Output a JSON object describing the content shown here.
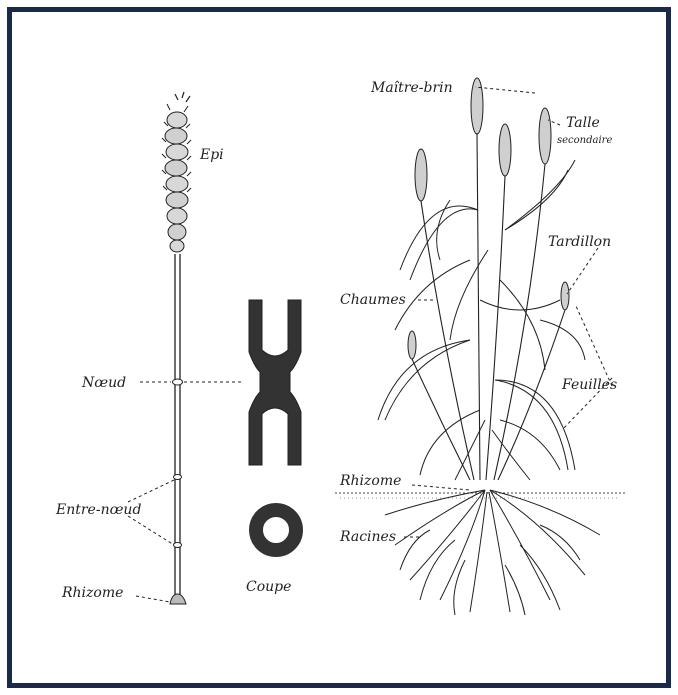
{
  "labels": {
    "epi": "Epi",
    "noeud": "Nœud",
    "entre_noeud": "Entre-nœud",
    "rhizome_left": "Rhizome",
    "coupe": "Coupe",
    "maitre_brin": "Maître-brin",
    "talle": "Talle",
    "secondaire": "secondaire",
    "tardillon": "Tardillon",
    "chaumes": "Chaumes",
    "feuilles": "Feuilles",
    "rhizome_right": "Rhizome",
    "racines": "Racines"
  },
  "colors": {
    "frame": "#1c2a4a",
    "ink": "#222222",
    "section_fill": "#333333"
  }
}
